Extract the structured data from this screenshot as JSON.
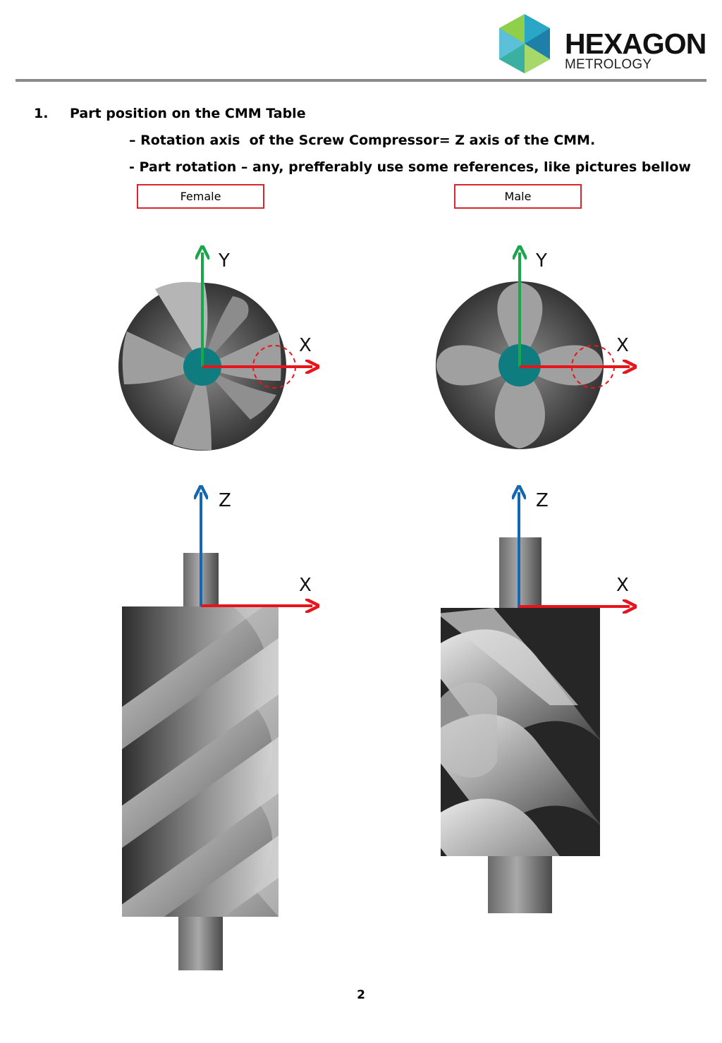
{
  "brand": {
    "name": "HEXAGON",
    "sub": "METROLOGY"
  },
  "section": {
    "number": "1.",
    "title": "Part position on the CMM Table"
  },
  "bullets": [
    "– Rotation axis  of the Screw Compressor= Z axis of the CMM.",
    "- Part rotation – any, prefferably use some references, like pictures bellow"
  ],
  "labels": {
    "female": "Female",
    "male": "Male"
  },
  "axes": {
    "y": "Y",
    "x": "X",
    "z": "Z"
  },
  "colors": {
    "y_axis": "#1aa64a",
    "z_axis": "#1467b3",
    "x_axis": "#e8141b",
    "hub": "#0f7c7f",
    "box_border": "#d7262d",
    "rule": "#8a8a8a"
  },
  "page_number": "2"
}
